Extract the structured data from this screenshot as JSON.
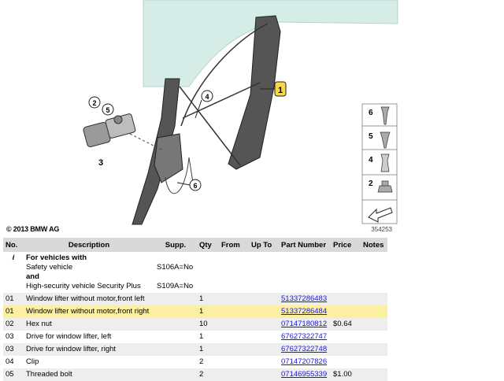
{
  "copyright": "© 2013 BMW AG",
  "diagram": {
    "callouts": [
      "1",
      "2",
      "3",
      "4",
      "5",
      "6"
    ],
    "legend_numbers": [
      "6",
      "5",
      "4",
      "2"
    ],
    "image_number": "354253"
  },
  "table": {
    "headers": {
      "no": "No.",
      "desc": "Description",
      "supp": "Supp.",
      "qty": "Qty",
      "from": "From",
      "upto": "Up To",
      "part": "Part Number",
      "price": "Price",
      "notes": "Notes"
    },
    "info": {
      "no": "i",
      "line1": "For vehicles with",
      "line2": "Safety vehicle",
      "line2_supp": "S106A=No",
      "line3": "and",
      "line4": "High-security vehicle Security Plus",
      "line4_supp": "S109A=No"
    },
    "rows": [
      {
        "no": "01",
        "desc": "Window lifter without motor,front left",
        "qty": "1",
        "part": "51337286483",
        "price": ""
      },
      {
        "no": "01",
        "desc": "Window lifter without motor,front right",
        "qty": "1",
        "part": "51337286484",
        "price": ""
      },
      {
        "no": "02",
        "desc": "Hex nut",
        "qty": "10",
        "part": "07147180812",
        "price": "$0.64"
      },
      {
        "no": "03",
        "desc": "Drive for window lifter, left",
        "qty": "1",
        "part": "67627322747",
        "price": ""
      },
      {
        "no": "03",
        "desc": "Drive for window lifter, right",
        "qty": "1",
        "part": "67627322748",
        "price": ""
      },
      {
        "no": "04",
        "desc": "Clip",
        "qty": "2",
        "part": "07147207826",
        "price": ""
      },
      {
        "no": "05",
        "desc": "Threaded bolt",
        "qty": "2",
        "part": "07146955339",
        "price": "$1.00"
      }
    ]
  },
  "colors": {
    "glass": "#d6ece6",
    "highlight_row": "#fbf0a2",
    "callout_highlight": "#f5d94a",
    "link": "#1a1ad6",
    "header_bg": "#d9d9d9"
  }
}
